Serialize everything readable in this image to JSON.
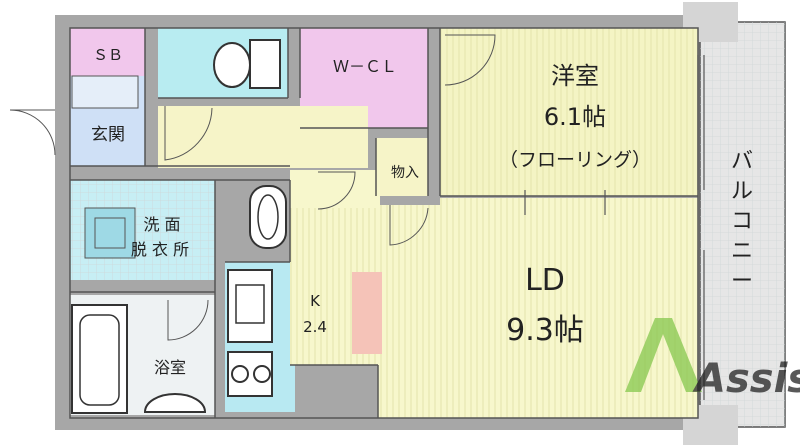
{
  "rooms": {
    "sb": "ＳＢ",
    "entrance": "玄関",
    "wcl": "Ｗ－ＣＬ",
    "western_name": "洋室",
    "western_size": "6.1帖",
    "western_type": "（フローリング）",
    "storage": "物入",
    "balcony": [
      "バ",
      "ル",
      "コ",
      "ニ",
      "ー"
    ],
    "washroom_line1": "洗 面",
    "washroom_line2": "脱 衣 所",
    "ld_name": "LD",
    "ld_size": "9.3帖",
    "kitchen_name": "K",
    "kitchen_size": "2.4",
    "bath": "浴室"
  },
  "watermark": "Assist",
  "colors": {
    "wall": "#a7a7a7",
    "line": "#555555",
    "western_floor": "#f4f4c4",
    "ld_floor": "#f7f7cc",
    "wcl_floor": "#f1c7ec",
    "toilet_floor": "#b8ecf1",
    "hall_floor": "#f6f4c8",
    "entrance_floor": "#cfe0f6",
    "washroom_floor": "#c7eef4",
    "kitchen_floor": "#b8e9f2",
    "balcony_floor": "#e6e6e6",
    "column": "#f5c3b8",
    "logo_green": "#86c84e"
  }
}
